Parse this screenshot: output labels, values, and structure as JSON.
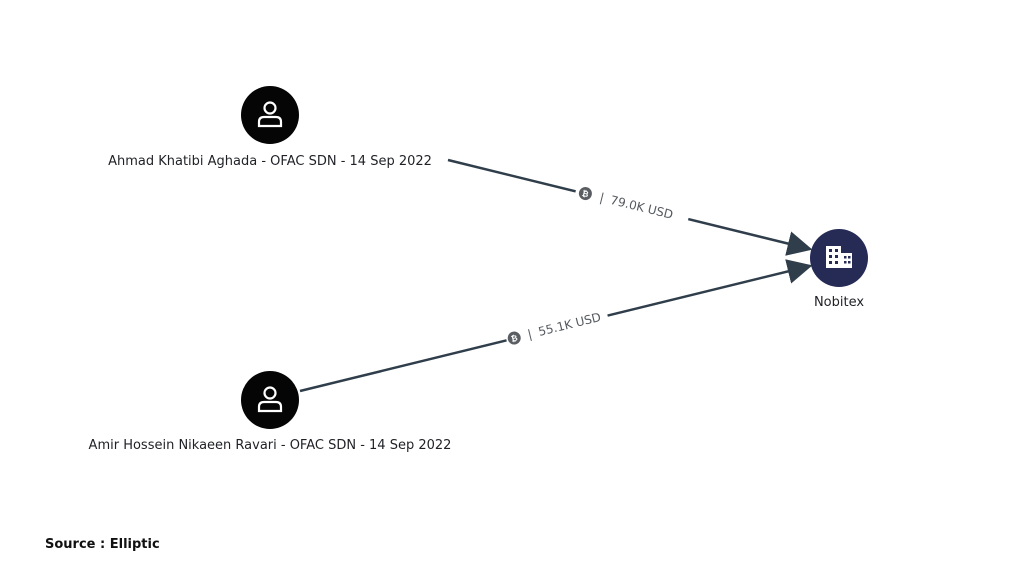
{
  "nodes": [
    {
      "id": "person_1",
      "kind": "person",
      "label": "Ahmad Khatibi Aghada - OFAC SDN - 14 Sep 2022",
      "icon": "person-icon",
      "color": "#050505"
    },
    {
      "id": "person_2",
      "kind": "person",
      "label": "Amir Hossein Nikaeen Ravari - OFAC SDN - 14 Sep 2022",
      "icon": "person-icon",
      "color": "#050505"
    },
    {
      "id": "exchange",
      "kind": "exchange",
      "label": "Nobitex",
      "icon": "building-icon",
      "color": "#252b55"
    }
  ],
  "edges": [
    {
      "from": "person_1",
      "to": "exchange",
      "currency_icon": "bitcoin-icon",
      "separator": "|",
      "amount": "79.0K USD"
    },
    {
      "from": "person_2",
      "to": "exchange",
      "currency_icon": "bitcoin-icon",
      "separator": "|",
      "amount": "55.1K USD"
    }
  ],
  "source_text": "Source : Elliptic",
  "colors": {
    "edge": "#2f3e4a",
    "label": "#555a60"
  }
}
